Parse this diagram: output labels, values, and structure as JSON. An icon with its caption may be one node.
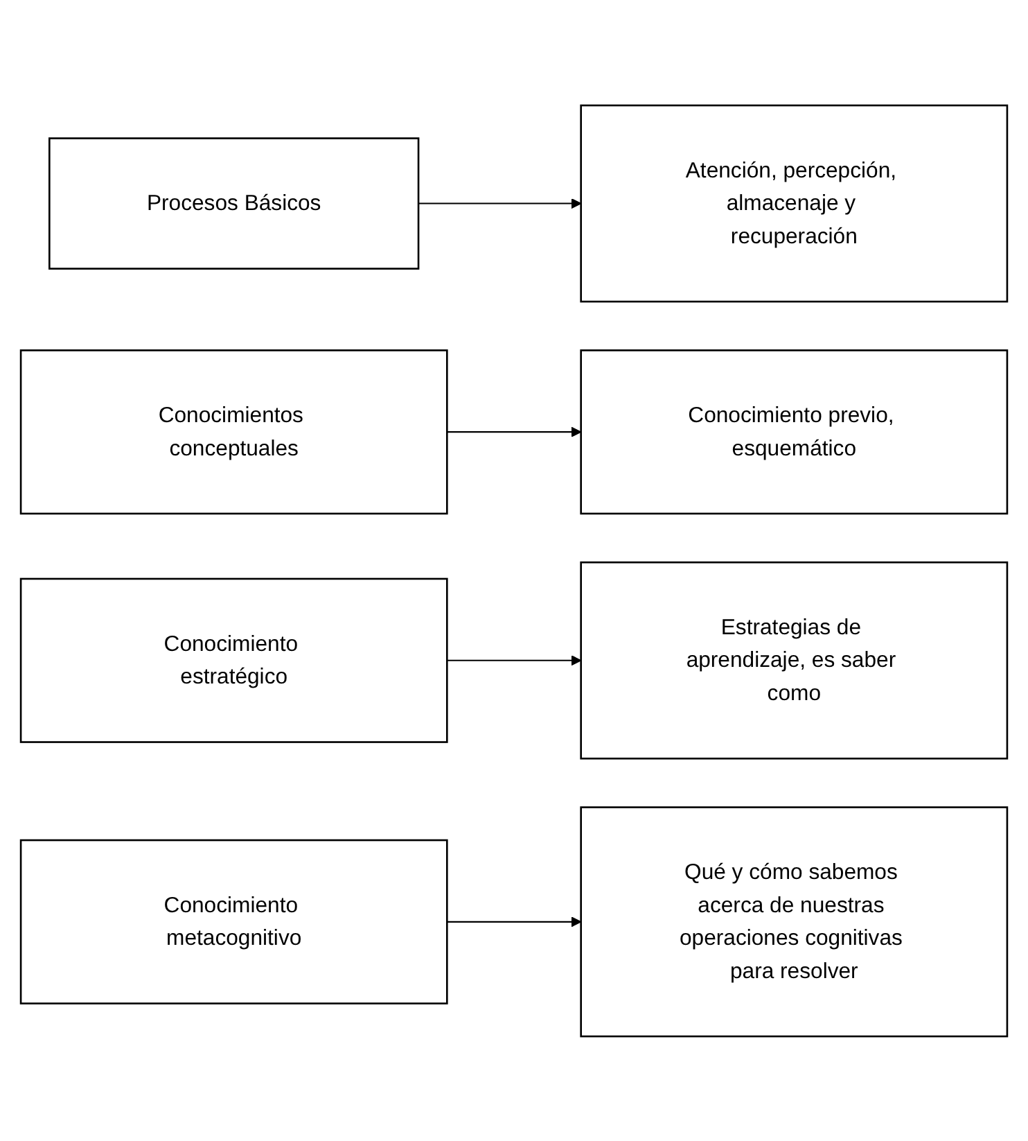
{
  "diagram": {
    "nodes": [
      {
        "text": [
          "Procesos Básicos"
        ]
      },
      {
        "text": [
          "Atención, percepción, almacenaje y recuperación"
        ]
      },
      {
        "text": [
          "Conocimientos conceptuales"
        ]
      },
      {
        "text": [
          "Conocimiento previo, esquemático"
        ]
      },
      {
        "text": [
          "Conocimiento estratégico"
        ]
      },
      {
        "text": [
          "Estrategias de aprendizaje, es saber como"
        ]
      },
      {
        "text": [
          "Conocimiento metacognitivo"
        ]
      },
      {
        "text": [
          "Qué y cómo sabemos acerca de nuestras operaciones cognitivas para resolver"
        ]
      }
    ],
    "edges": [
      {
        "from": 0,
        "to": 1,
        "arrow": "to"
      },
      {
        "from": 2,
        "to": 3,
        "arrow": "to"
      },
      {
        "from": 4,
        "to": 5,
        "arrow": "to"
      },
      {
        "from": 6,
        "to": 7,
        "arrow": "to"
      }
    ]
  }
}
